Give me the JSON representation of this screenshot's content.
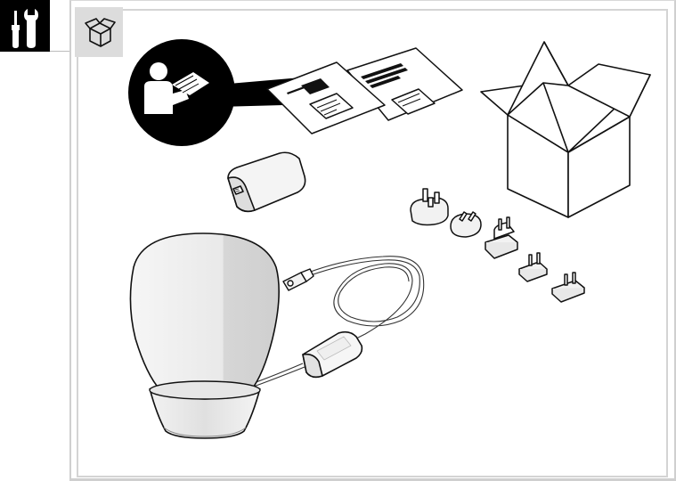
{
  "page": {
    "section_icons": [
      "tools-icon",
      "box-contents-icon"
    ]
  },
  "colors": {
    "tab_dark": "#000000",
    "tab_light": "#dcdcdc",
    "frame": "#cfcfcf",
    "line": "#1a1a1a"
  },
  "parts": [
    {
      "name": "instruction-manual",
      "icon": "read-manual-icon"
    },
    {
      "name": "printed-documents"
    },
    {
      "name": "packaging-box"
    },
    {
      "name": "power-adapter"
    },
    {
      "name": "plug-adapters",
      "count": 5
    },
    {
      "name": "lamp"
    },
    {
      "name": "cable-controller"
    }
  ]
}
